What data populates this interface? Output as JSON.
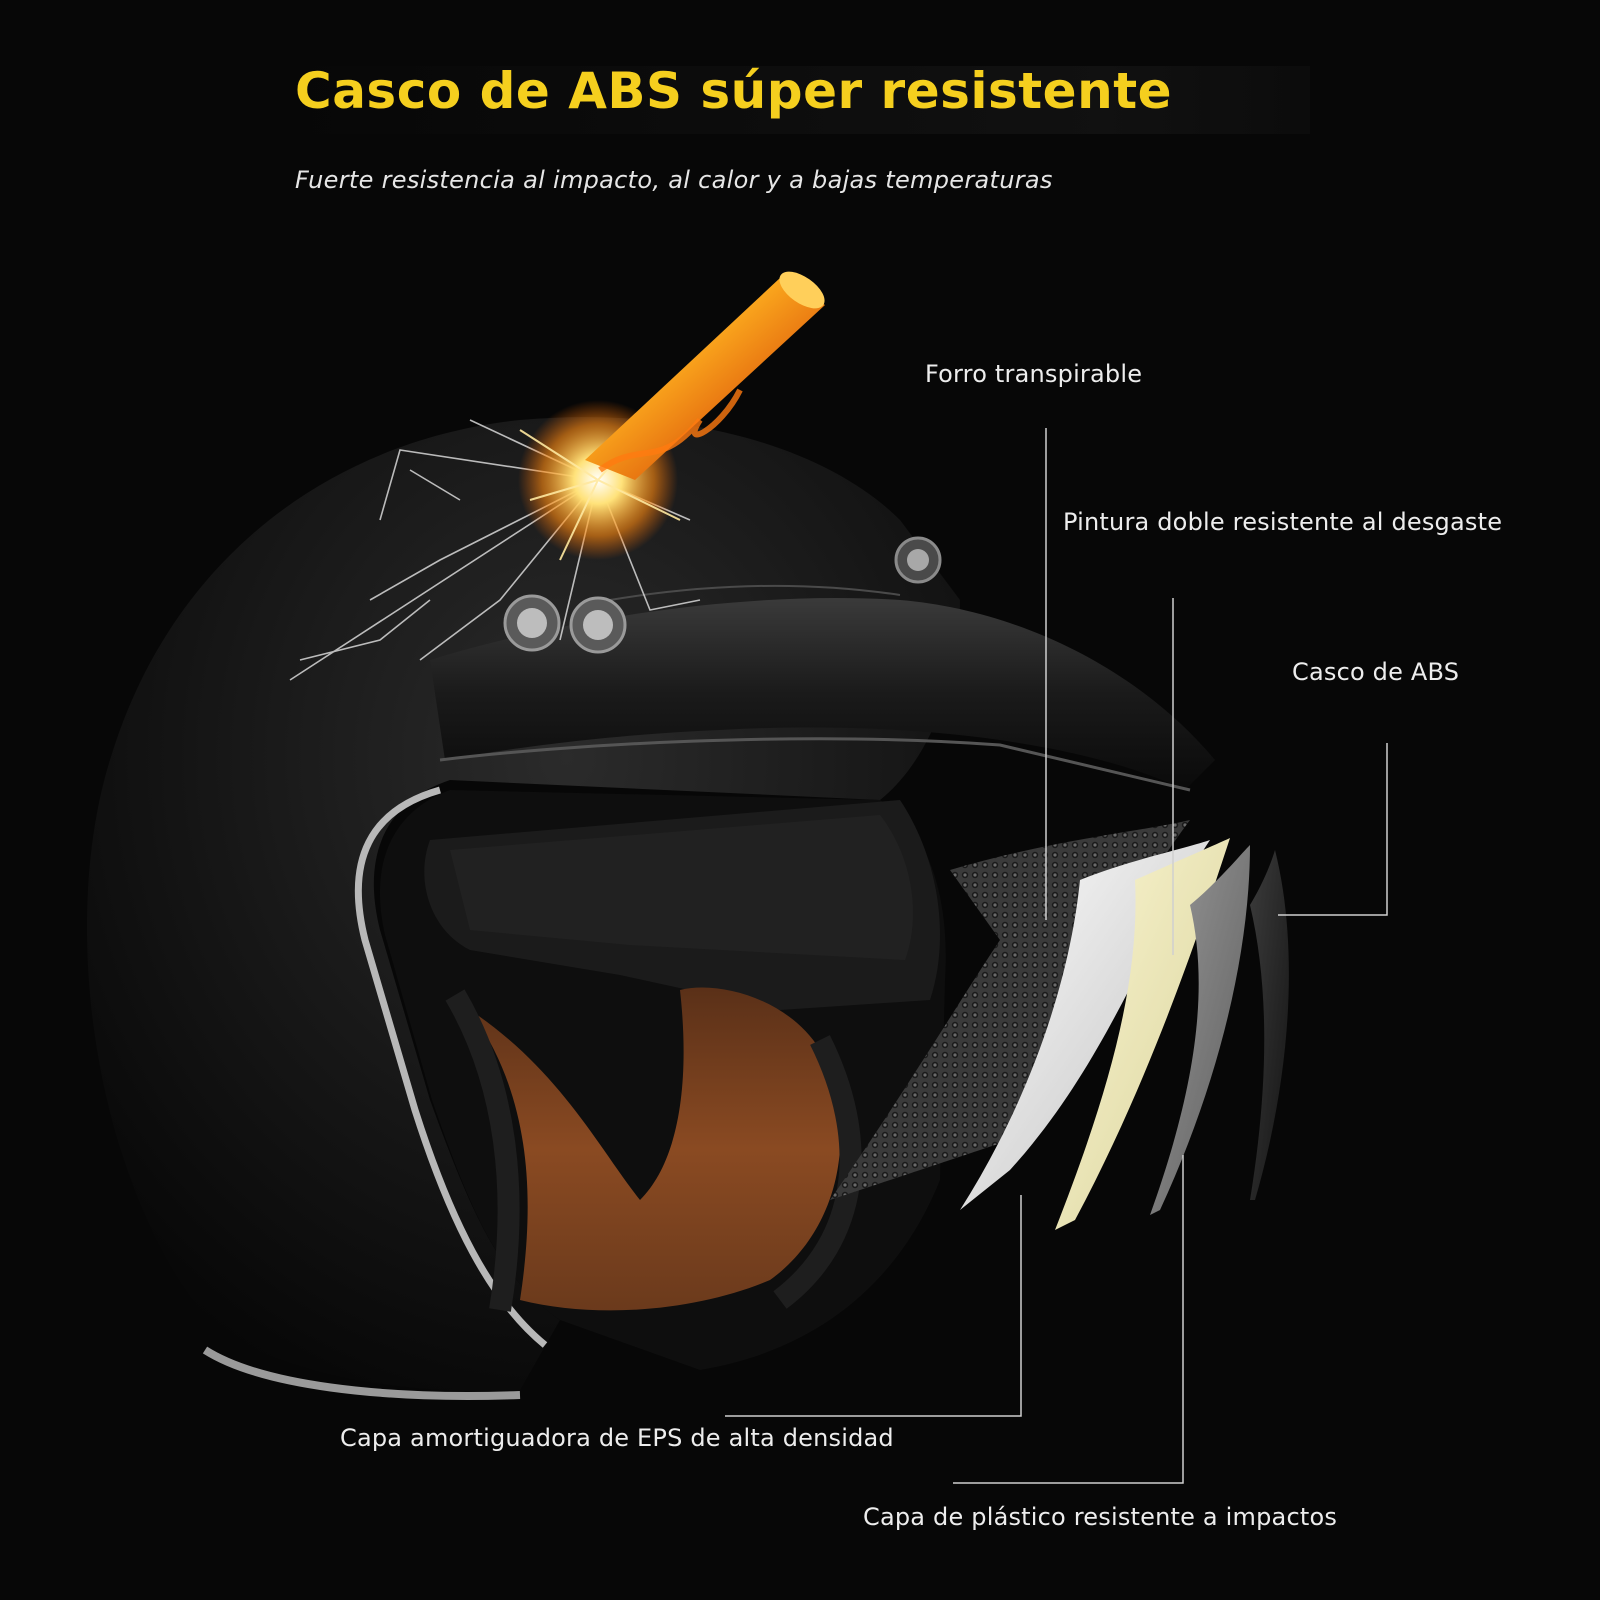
{
  "header": {
    "title": "Casco de ABS súper resistente",
    "subtitle": "Fuerte resistencia al impacto, al calor y a bajas temperaturas"
  },
  "callouts": {
    "breathable_lining": "Forro transpirable",
    "double_paint": "Pintura doble resistente al desgaste",
    "abs_shell": "Casco de ABS",
    "eps_layer": "Capa amortiguadora de EPS de alta densidad",
    "plastic_layer": "Capa de plástico resistente a impactos"
  },
  "colors": {
    "accent_title": "#f5cf1e",
    "background": "#070707",
    "text": "#ededed",
    "leader_line": "#cfcfcf",
    "liner_brown": "#8a4a22"
  }
}
